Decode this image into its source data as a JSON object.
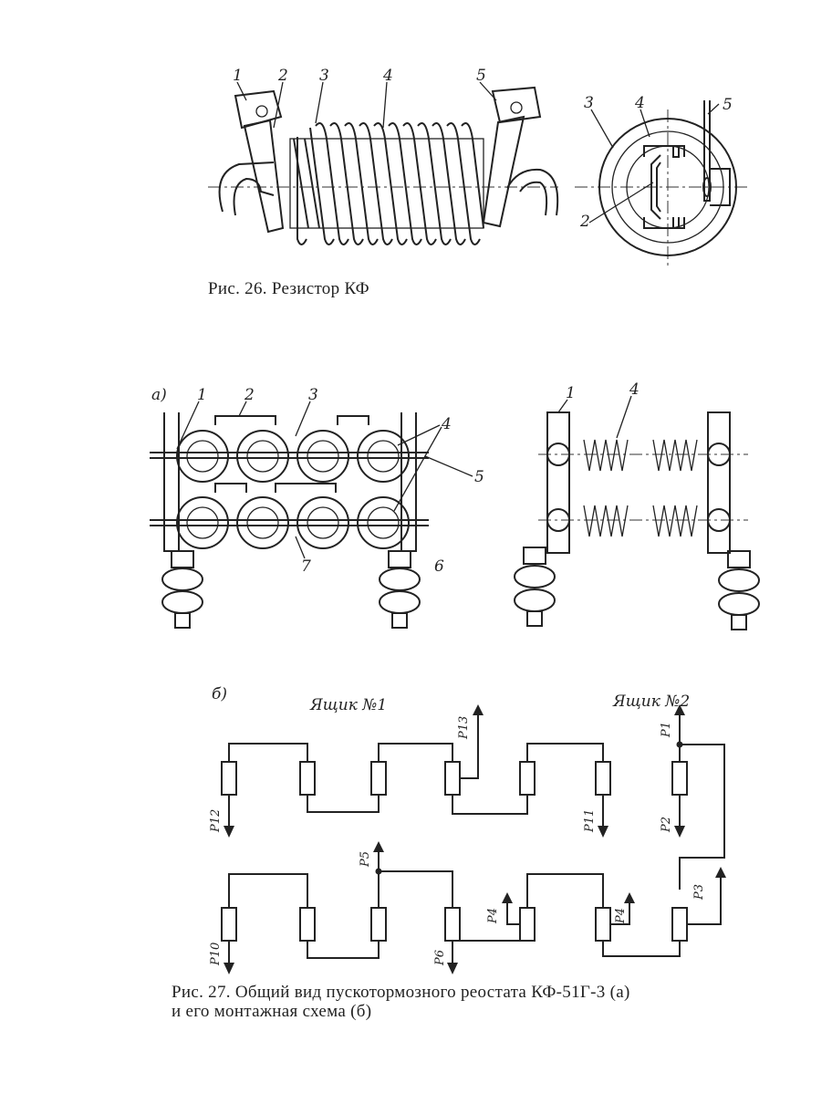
{
  "figure26": {
    "caption": "Рис. 26. Резистор КФ",
    "side_view_labels": [
      "1",
      "2",
      "3",
      "4",
      "5"
    ],
    "end_view_labels": [
      "3",
      "4",
      "5",
      "2"
    ]
  },
  "figure27": {
    "panel_a_label": "а)",
    "panel_a_left_labels": [
      "1",
      "2",
      "3",
      "4",
      "5",
      "7",
      "6"
    ],
    "panel_a_right_labels": [
      "1",
      "4"
    ],
    "panel_b_label": "б)",
    "box1_label": "Ящик №1",
    "box2_label": "Ящик №2",
    "terminals": [
      "Р13",
      "Р1",
      "Р12",
      "Р11",
      "Р2",
      "Р5",
      "Р4",
      "Р4",
      "Р3",
      "Р10",
      "Р6"
    ],
    "caption_line1": "Рис. 27. Общий вид пускотормозного реостата КФ-51Г-3 (а)",
    "caption_line2": "и его монтажная схема (б)"
  }
}
